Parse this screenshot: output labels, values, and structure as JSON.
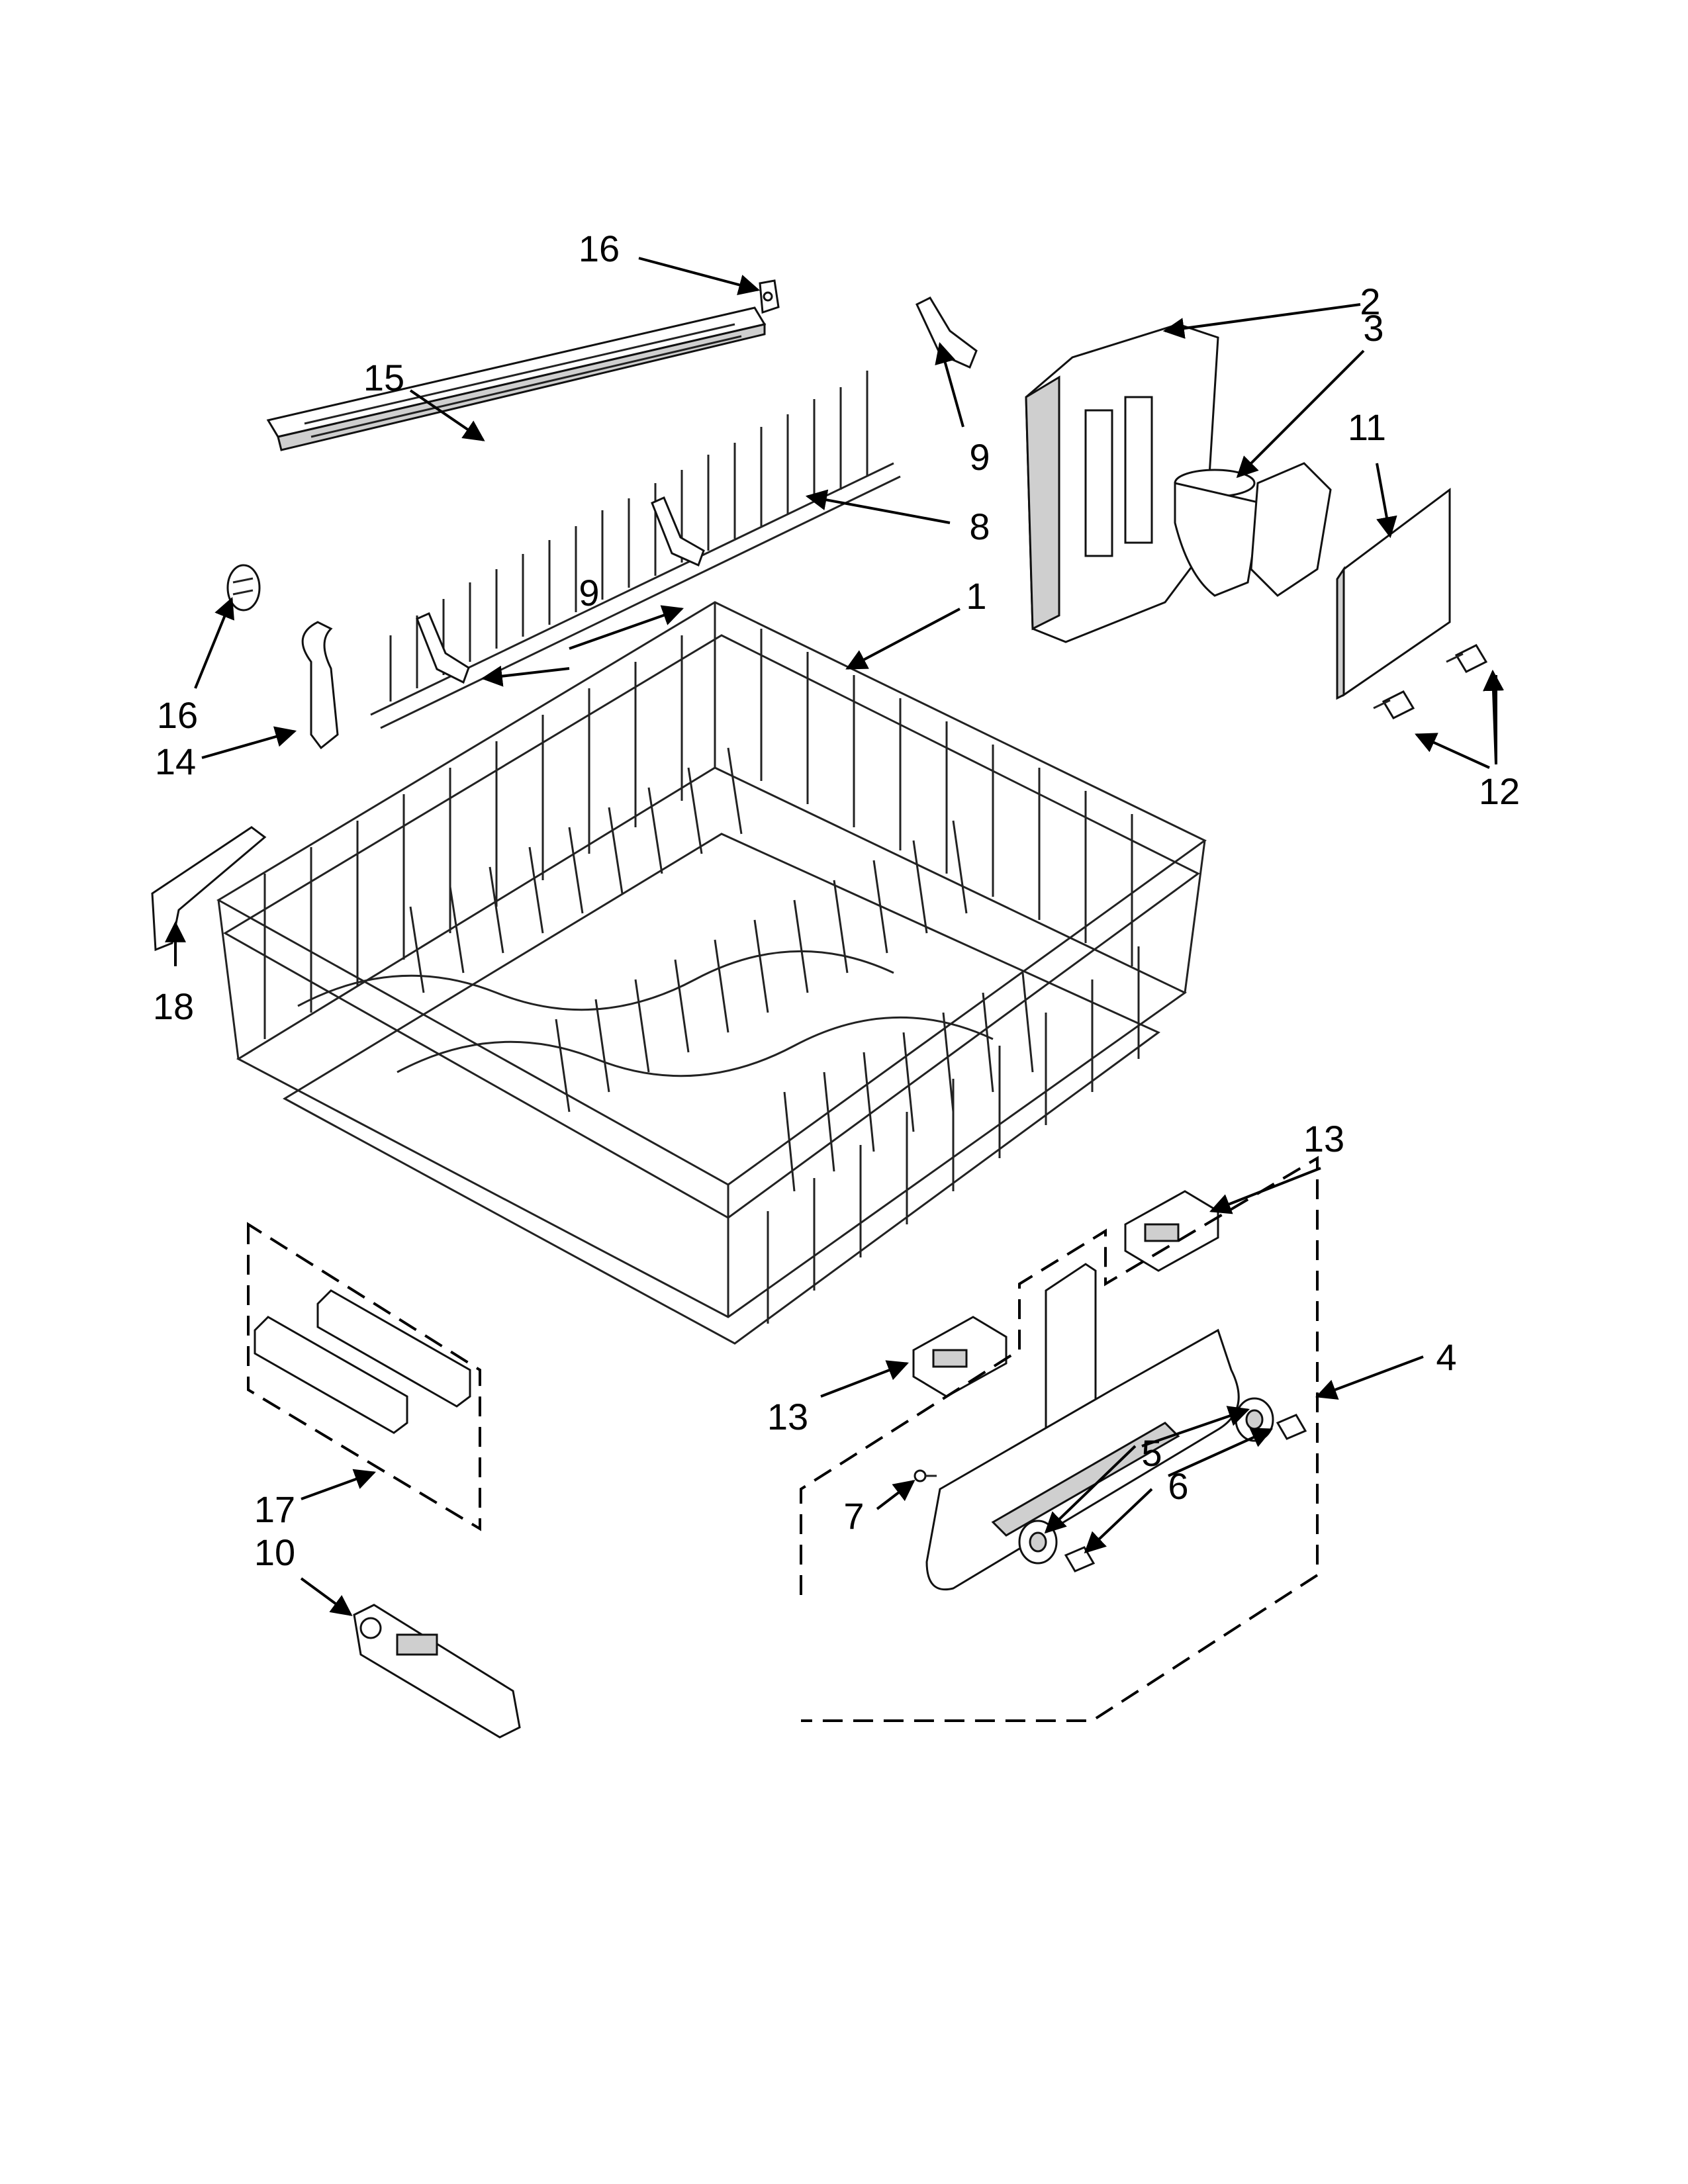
{
  "diagram": {
    "callouts": {
      "c1": "1",
      "c2": "2",
      "c3": "3",
      "c4": "4",
      "c5": "5",
      "c6": "6",
      "c7": "7",
      "c8": "8",
      "c9a": "9",
      "c9b": "9",
      "c10": "10",
      "c11": "11",
      "c12": "12",
      "c13a": "13",
      "c13b": "13",
      "c14": "14",
      "c15": "15",
      "c16a": "16",
      "c16b": "16",
      "c17": "17",
      "c18": "18"
    }
  }
}
